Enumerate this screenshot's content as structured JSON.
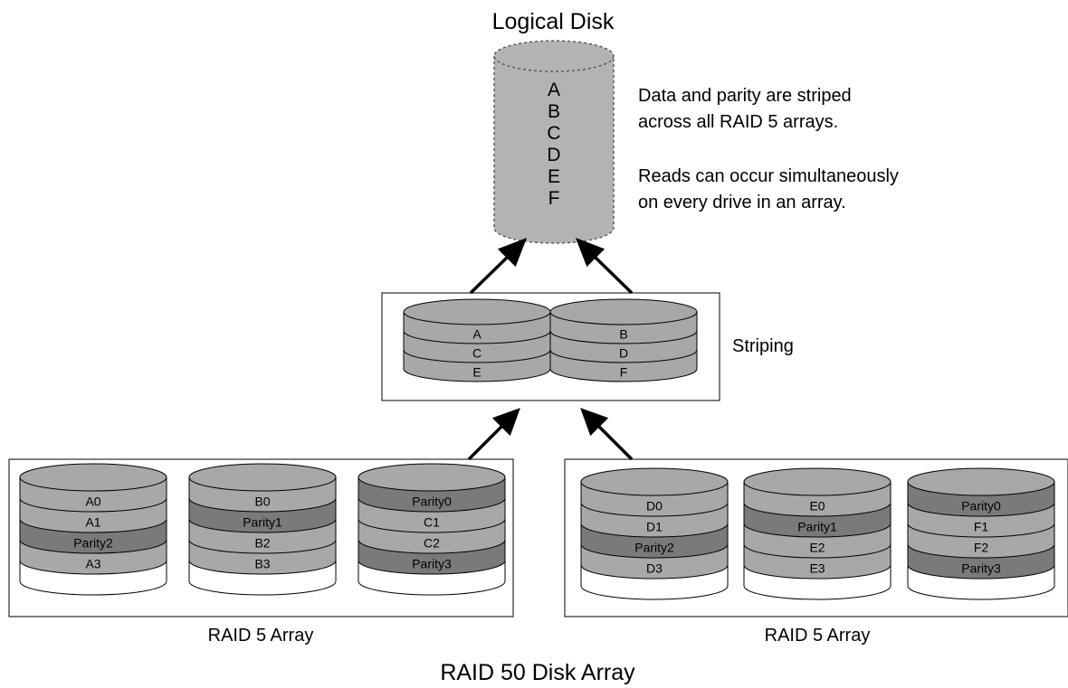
{
  "title": "RAID 50 Disk Array",
  "logical_disk": {
    "label": "Logical Disk",
    "letters": [
      "A",
      "B",
      "C",
      "D",
      "E",
      "F"
    ]
  },
  "notes": {
    "line1": "Data and parity are striped",
    "line2": "across all RAID 5 arrays.",
    "line3": "Reads can occur simultaneously",
    "line4": "on every drive in an array."
  },
  "striping": {
    "label": "Striping",
    "disks": [
      {
        "rows": [
          "A",
          "C",
          "E"
        ]
      },
      {
        "rows": [
          "B",
          "D",
          "F"
        ]
      }
    ]
  },
  "arrays": [
    {
      "label": "RAID 5 Array",
      "disks": [
        {
          "rows": [
            {
              "text": "A0",
              "type": "data"
            },
            {
              "text": "A1",
              "type": "data"
            },
            {
              "text": "Parity2",
              "type": "parity"
            },
            {
              "text": "A3",
              "type": "data"
            }
          ]
        },
        {
          "rows": [
            {
              "text": "B0",
              "type": "data"
            },
            {
              "text": "Parity1",
              "type": "parity"
            },
            {
              "text": "B2",
              "type": "data"
            },
            {
              "text": "B3",
              "type": "data"
            }
          ]
        },
        {
          "rows": [
            {
              "text": "Parity0",
              "type": "parity"
            },
            {
              "text": "C1",
              "type": "data"
            },
            {
              "text": "C2",
              "type": "data"
            },
            {
              "text": "Parity3",
              "type": "parity"
            }
          ]
        }
      ]
    },
    {
      "label": "RAID 5 Array",
      "disks": [
        {
          "rows": [
            {
              "text": "D0",
              "type": "data"
            },
            {
              "text": "D1",
              "type": "data"
            },
            {
              "text": "Parity2",
              "type": "parity"
            },
            {
              "text": "D3",
              "type": "data"
            }
          ]
        },
        {
          "rows": [
            {
              "text": "E0",
              "type": "data"
            },
            {
              "text": "Parity1",
              "type": "parity"
            },
            {
              "text": "E2",
              "type": "data"
            },
            {
              "text": "E3",
              "type": "data"
            }
          ]
        },
        {
          "rows": [
            {
              "text": "Parity0",
              "type": "parity"
            },
            {
              "text": "F1",
              "type": "data"
            },
            {
              "text": "F2",
              "type": "data"
            },
            {
              "text": "Parity3",
              "type": "parity"
            }
          ]
        }
      ]
    }
  ],
  "colors": {
    "data": "#a8a8a8",
    "parity": "#7a7a7a",
    "empty": "#ffffff",
    "stroke": "#000000"
  }
}
